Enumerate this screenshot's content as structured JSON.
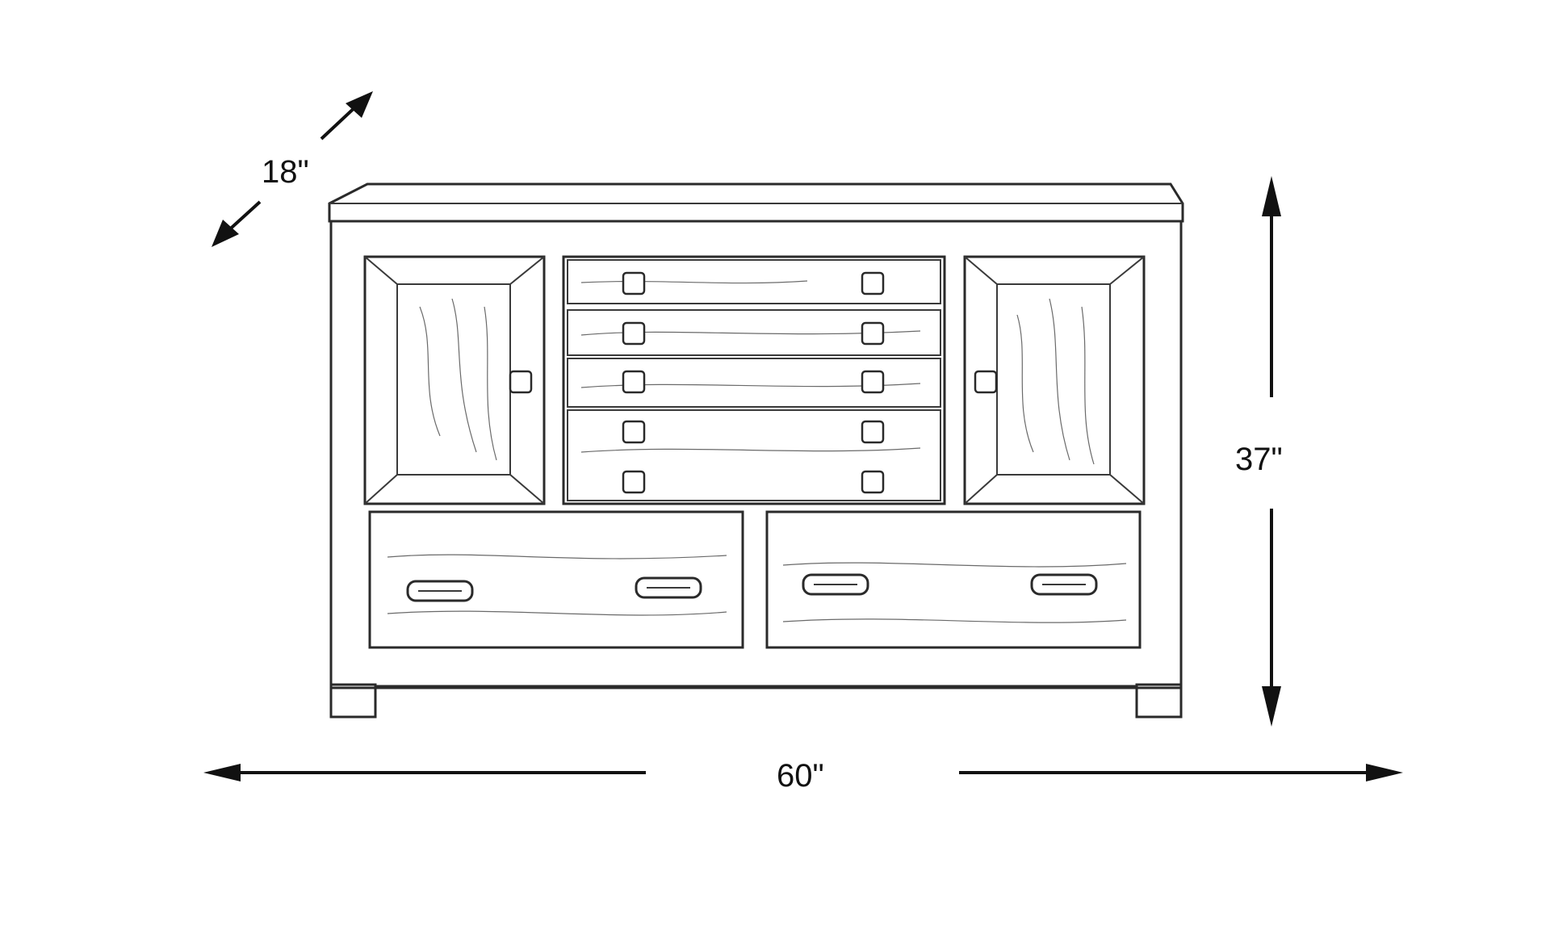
{
  "dimensions": {
    "depth": "18\"",
    "height": "37\"",
    "width": "60\""
  },
  "colors": {
    "line": "#2a2a2a",
    "arrow": "#111111",
    "background": "#ffffff"
  },
  "icons": {
    "furniture": "sideboard-line-drawing",
    "arrows": "double-headed-dimension-arrow"
  }
}
